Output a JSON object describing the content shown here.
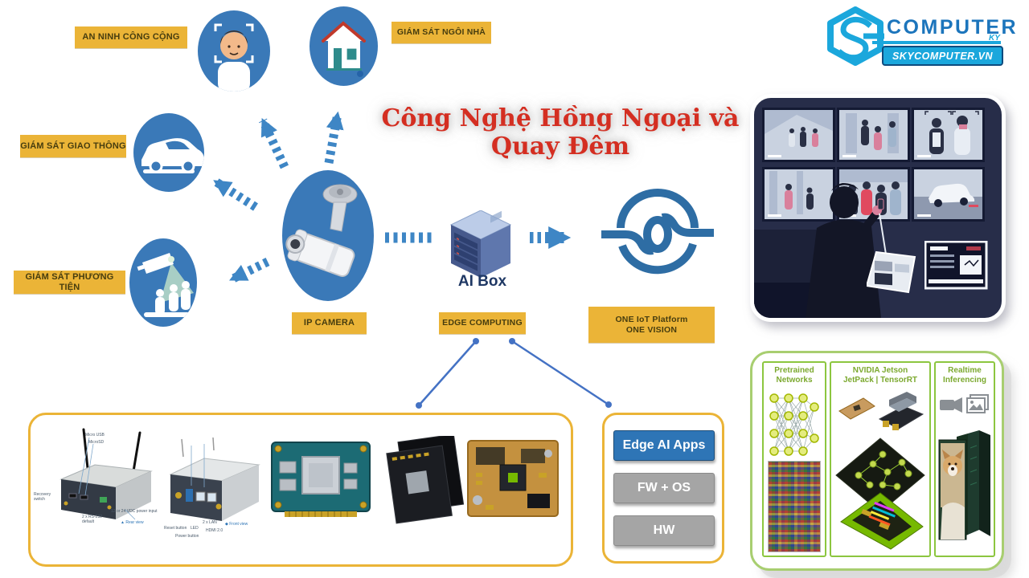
{
  "headline": {
    "text": "Công Nghệ Hồng Ngoại và Quay Đêm",
    "color": "#D42E21"
  },
  "logo": {
    "brand": "COMPUTER",
    "sub": "KY",
    "domain": "SKYCOMPUTER.VN",
    "cyan": "#1BA7DC",
    "blue": "#1C75BC"
  },
  "scene_labels": {
    "public_security": "AN NINH CÔNG CỘNG",
    "home": "GIÁM SÁT NGÔI NHÀ",
    "traffic": "GIÁM SÁT GIAO THÔNG",
    "vehicle": "GIÁM SÁT PHƯƠNG TIỆN"
  },
  "flow_labels": {
    "ip_camera": "IP CAMERA",
    "edge_computing": "EDGE COMPUTING",
    "platform1": "ONE IoT Platform",
    "platform2": "ONE VISION",
    "ai_box": "AI Box"
  },
  "edge_stack": {
    "apps": "Edge AI Apps",
    "fw_os": "FW + OS",
    "hw": "HW"
  },
  "nvidia_panel": {
    "col1": [
      "Pretrained",
      "Networks"
    ],
    "col2": [
      "NVIDIA Jetson",
      "JetPack | TensorRT"
    ],
    "col3": [
      "Realtime",
      "Inferencing"
    ]
  },
  "hardware_panel": {
    "device1_labels": [
      "Micro USB",
      "MicroSD",
      "Recovery switch",
      "2 x RS-232 default",
      "12 or 24 VDC power input",
      "▲ Rear view"
    ],
    "device2_labels": [
      "Reset button",
      "LED",
      "Power button",
      "2 x LAN",
      "HDMI 2.0",
      "◆ Front view"
    ]
  },
  "colors": {
    "accent_yellow": "#EBB437",
    "circle_blue": "#3A79B8",
    "arrow_blue": "#3E86C5",
    "headline_red": "#D42E21",
    "navy_text": "#1F3864",
    "nvidia_green": "#76B900",
    "panel_green_border": "#8CC63F",
    "control_room_navy": "#272D49"
  }
}
